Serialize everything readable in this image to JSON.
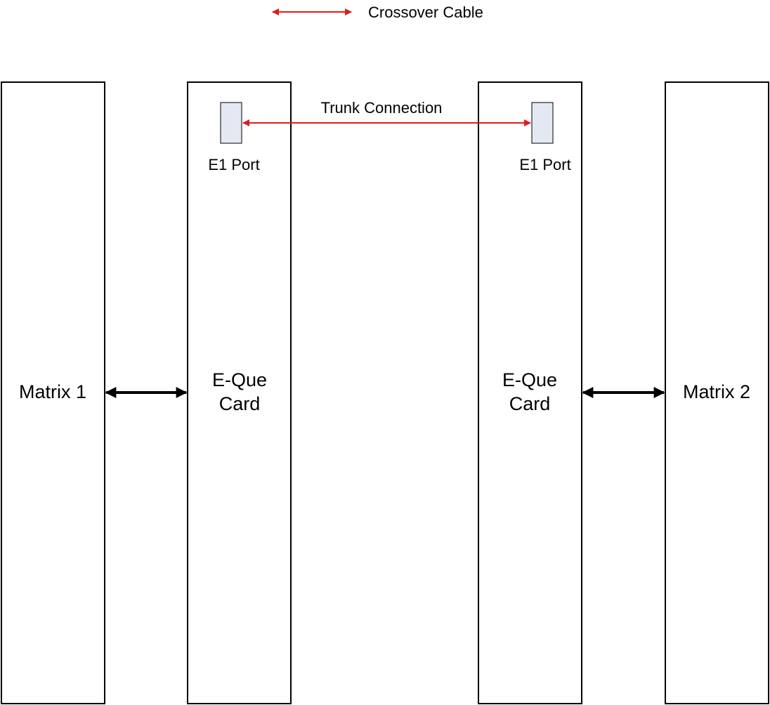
{
  "legend": {
    "label": "Crossover Cable",
    "arrow_color": "#e31b1b"
  },
  "colors": {
    "link_black": "#000000",
    "trunk_red": "#e31b1b",
    "port_fill": "#e4e8f2"
  },
  "nodes": {
    "matrix_1": {
      "label": "Matrix 1"
    },
    "eque_card_1": {
      "label_line1": "E-Que",
      "label_line2": "Card"
    },
    "eque_card_2": {
      "label_line1": "E-Que",
      "label_line2": "Card"
    },
    "matrix_2": {
      "label": "Matrix 2"
    }
  },
  "ports": {
    "left": {
      "label": "E1 Port"
    },
    "right": {
      "label": "E1 Port"
    }
  },
  "trunk": {
    "label": "Trunk Connection"
  },
  "edges": [
    {
      "from": "matrix_1",
      "to": "eque_card_1",
      "style": "bidirectional",
      "color": "black"
    },
    {
      "from": "ports.left",
      "to": "ports.right",
      "style": "bidirectional",
      "color": "red",
      "label": "Trunk Connection"
    },
    {
      "from": "eque_card_2",
      "to": "matrix_2",
      "style": "bidirectional",
      "color": "black"
    }
  ]
}
